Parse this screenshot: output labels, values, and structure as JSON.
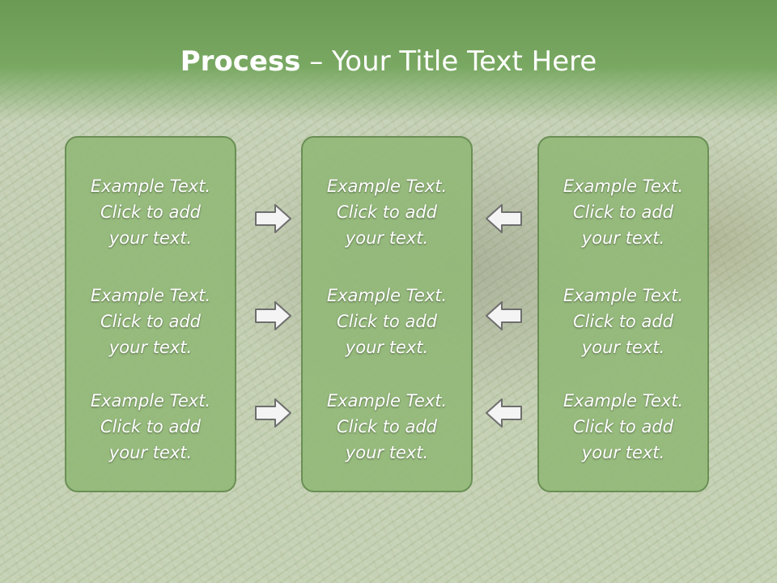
{
  "title": {
    "bold": "Process",
    "rest": " – Your Title Text Here"
  },
  "panels": [
    {
      "items": [
        {
          "l1": "Example Text.",
          "l2": "Click  to add",
          "l3": "your text."
        },
        {
          "l1": "Example Text.",
          "l2": "Click  to add",
          "l3": "your text."
        },
        {
          "l1": "Example Text.",
          "l2": "Click  to add",
          "l3": "your text."
        }
      ]
    },
    {
      "items": [
        {
          "l1": "Example Text.",
          "l2": "Click  to add",
          "l3": "your text."
        },
        {
          "l1": "Example Text.",
          "l2": "Click  to add",
          "l3": "your text."
        },
        {
          "l1": "Example Text.",
          "l2": "Click  to add",
          "l3": "your text."
        }
      ]
    },
    {
      "items": [
        {
          "l1": "Example Text.",
          "l2": "Click  to add",
          "l3": "your text."
        },
        {
          "l1": "Example Text.",
          "l2": "Click  to add",
          "l3": "your text."
        },
        {
          "l1": "Example Text.",
          "l2": "Click  to add",
          "l3": "your text."
        }
      ]
    }
  ],
  "arrows": {
    "left_column": "arrow-right-icon",
    "right_column": "arrow-left-icon"
  },
  "colors": {
    "header": "#79a862",
    "panel_fill": "#92b878",
    "panel_border": "#6a8f55",
    "arrow_fill": "#f4f4f4",
    "arrow_stroke": "#6e6e6e"
  }
}
